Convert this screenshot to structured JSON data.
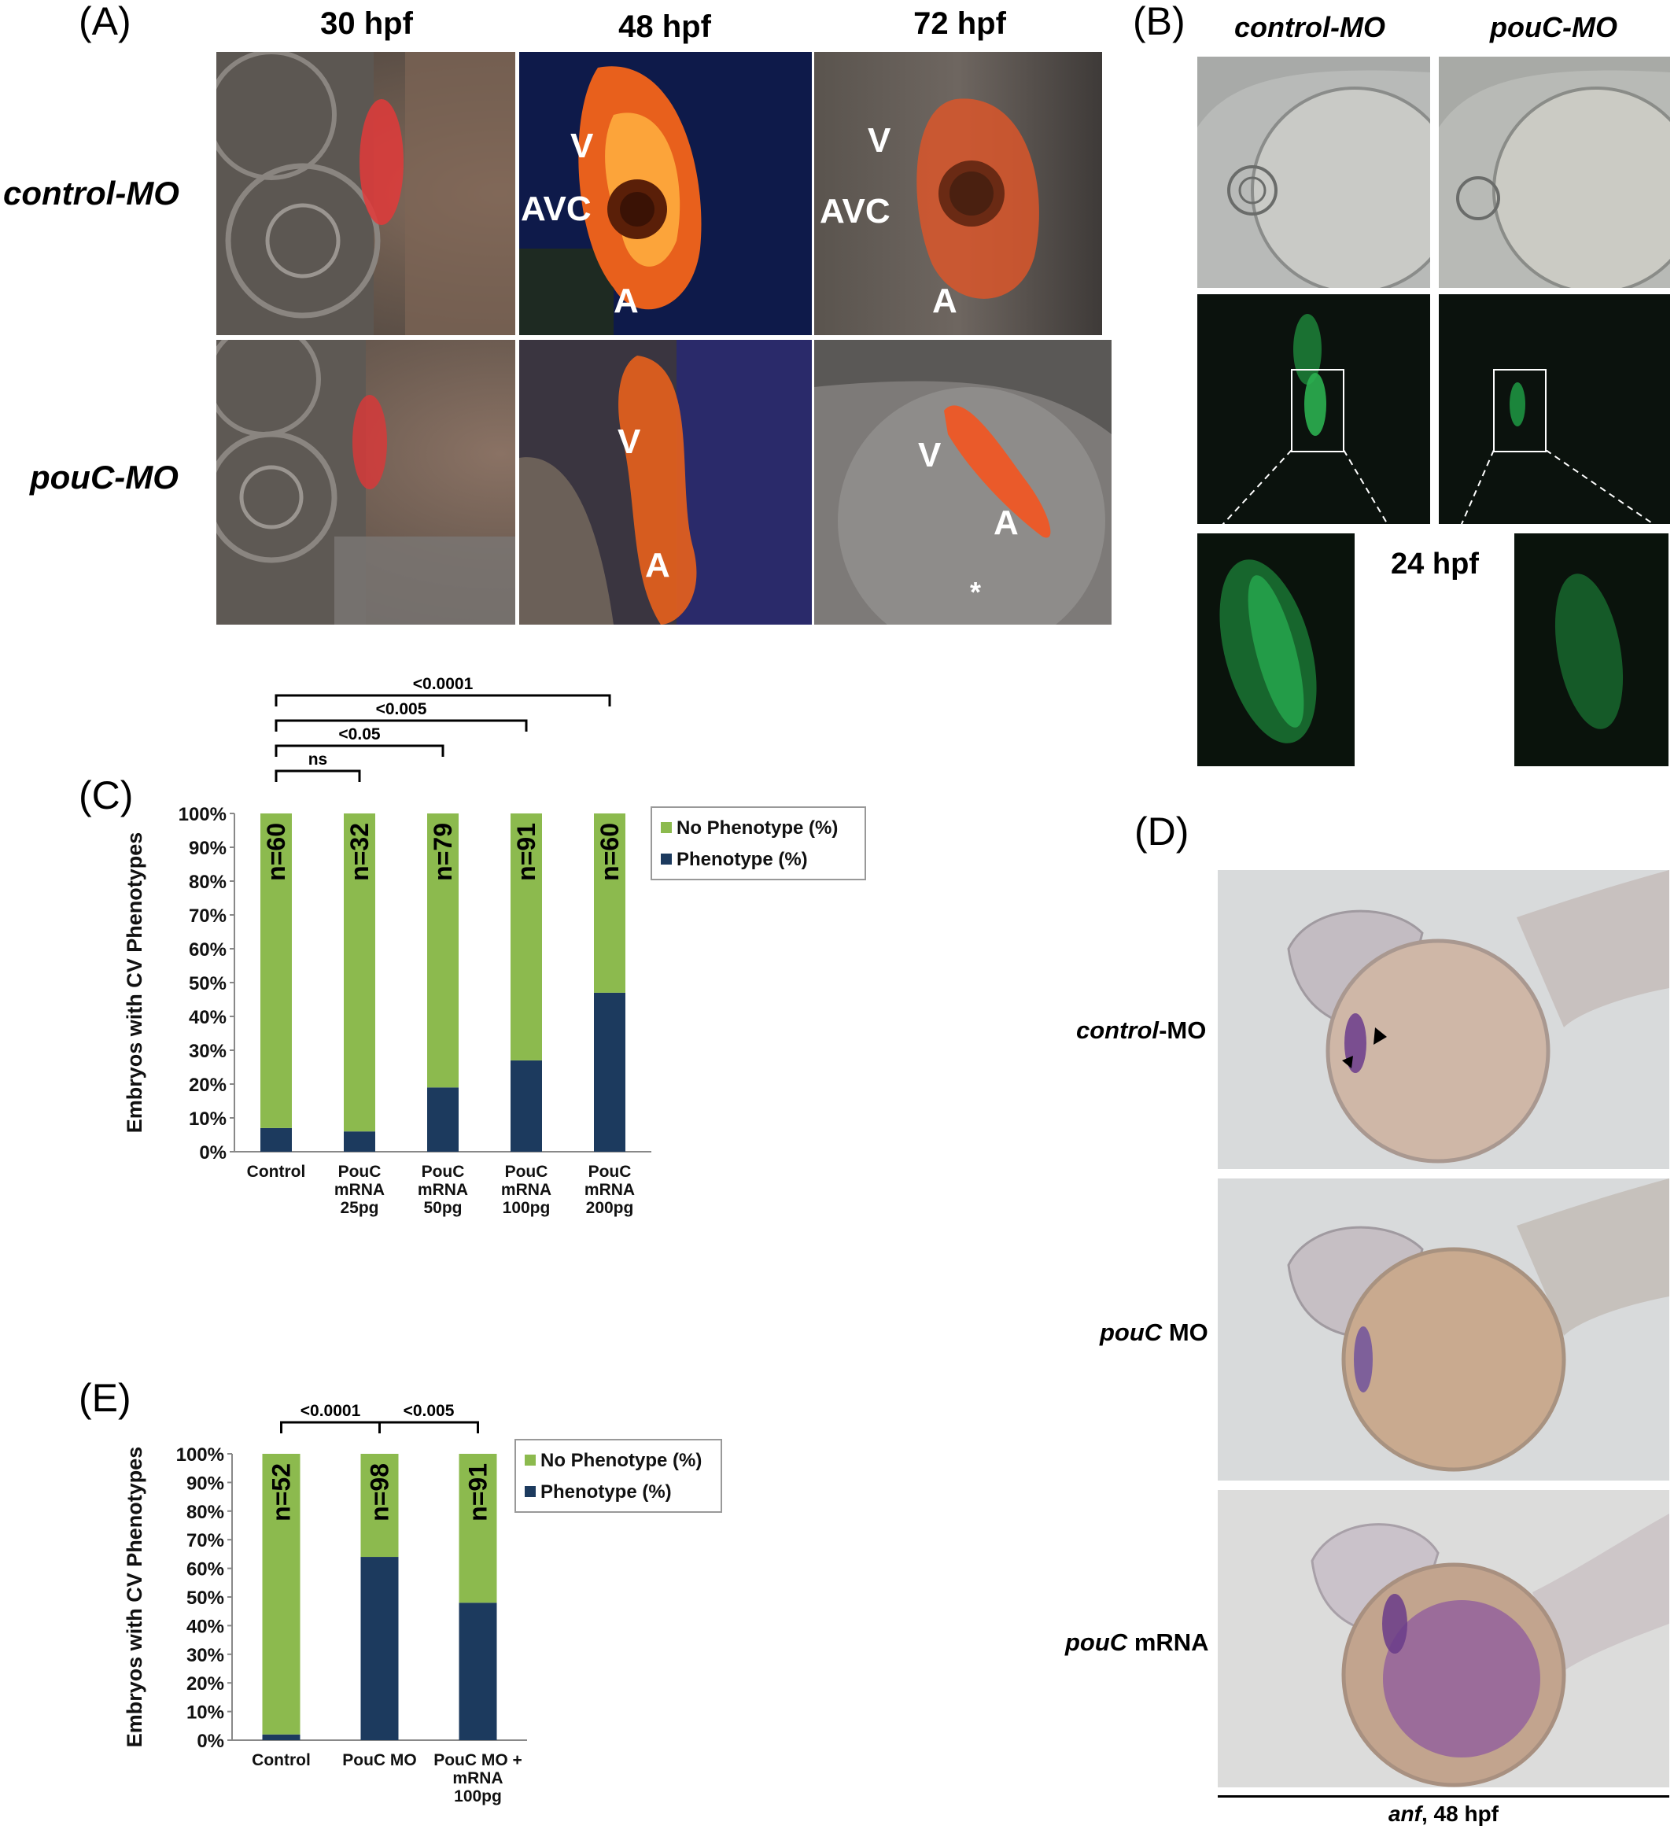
{
  "panelA": {
    "label": "(A)",
    "columns": [
      "30 hpf",
      "48 hpf",
      "72 hpf"
    ],
    "rows": [
      "control-MO",
      "pouC-MO"
    ],
    "marks": {
      "v": "V",
      "avc": "AVC",
      "a": "A",
      "asterisk": "*"
    }
  },
  "panelB": {
    "label": "(B)",
    "columns": [
      "control-MO",
      "pouC-MO"
    ],
    "stage": "24 hpf"
  },
  "panelC": {
    "label": "(C)"
  },
  "panelD": {
    "label": "(D)",
    "rows": [
      {
        "italic": "control",
        "plain": "-MO"
      },
      {
        "italic": "pouC",
        "plain": " MO"
      },
      {
        "italic": "pouC",
        "plain": " mRNA"
      }
    ],
    "caption_italic": "anf",
    "caption_plain": ", 48 hpf"
  },
  "panelE": {
    "label": "(E)"
  },
  "chart_data": [
    {
      "type": "bar",
      "panel": "C",
      "stacked": true,
      "ylabel": "Embryos with CV Phenotypes",
      "ylim": [
        0,
        100
      ],
      "yticks": [
        "0%",
        "10%",
        "20%",
        "30%",
        "40%",
        "50%",
        "60%",
        "70%",
        "80%",
        "90%",
        "100%"
      ],
      "categories": [
        [
          "Control"
        ],
        [
          "PouC",
          "mRNA",
          "25pg"
        ],
        [
          "PouC",
          "mRNA",
          "50pg"
        ],
        [
          "PouC",
          "mRNA",
          "100pg"
        ],
        [
          "PouC",
          "mRNA",
          "200pg"
        ]
      ],
      "n_labels": [
        "n=60",
        "n=32",
        "n=79",
        "n=91",
        "n=60"
      ],
      "series": [
        {
          "name": "Phenotype (%)",
          "color": "#1c3a5e",
          "values": [
            7,
            6,
            19,
            27,
            47
          ]
        },
        {
          "name": "No Phenotype (%)",
          "color": "#8cba4e",
          "values": [
            93,
            94,
            81,
            73,
            53
          ]
        }
      ],
      "legend": [
        "No Phenotype (%)",
        "Phenotype (%)"
      ],
      "legend_position": "right",
      "significance": [
        {
          "from": 0,
          "to": 1,
          "label": "ns"
        },
        {
          "from": 0,
          "to": 2,
          "label": "<0.05"
        },
        {
          "from": 0,
          "to": 3,
          "label": "<0.005"
        },
        {
          "from": 0,
          "to": 4,
          "label": "<0.0001"
        }
      ]
    },
    {
      "type": "bar",
      "panel": "E",
      "stacked": true,
      "ylabel": "Embryos with CV Phenotypes",
      "ylim": [
        0,
        100
      ],
      "yticks": [
        "0%",
        "10%",
        "20%",
        "30%",
        "40%",
        "50%",
        "60%",
        "70%",
        "80%",
        "90%",
        "100%"
      ],
      "categories": [
        [
          "Control"
        ],
        [
          "PouC MO"
        ],
        [
          "PouC MO +",
          "mRNA",
          "100pg"
        ]
      ],
      "n_labels": [
        "n=52",
        "n=98",
        "n=91"
      ],
      "series": [
        {
          "name": "Phenotype (%)",
          "color": "#1c3a5e",
          "values": [
            2,
            64,
            48
          ]
        },
        {
          "name": "No Phenotype (%)",
          "color": "#8cba4e",
          "values": [
            98,
            36,
            52
          ]
        }
      ],
      "legend": [
        "No Phenotype (%)",
        "Phenotype (%)"
      ],
      "legend_position": "right",
      "significance": [
        {
          "from": 0,
          "to": 1,
          "label": "<0.0001"
        },
        {
          "from": 1,
          "to": 2,
          "label": "<0.005"
        }
      ]
    }
  ]
}
